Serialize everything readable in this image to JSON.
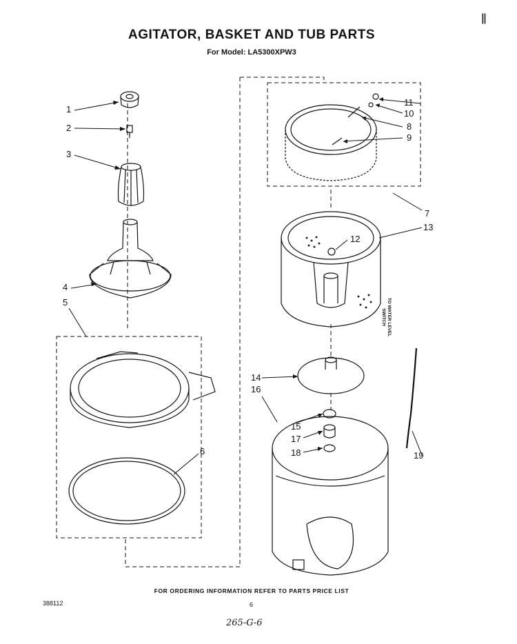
{
  "header": {
    "title": "AGITATOR, BASKET AND TUB PARTS",
    "subtitle": "For Model: LA5300XPW3",
    "corner_mark": "ǁ"
  },
  "callouts": [
    "1",
    "2",
    "3",
    "4",
    "5",
    "6",
    "7",
    "8",
    "9",
    "10",
    "11",
    "12",
    "13",
    "14",
    "15",
    "16",
    "17",
    "18",
    "19"
  ],
  "switch_label": "TO WATER LEVEL SWITCH",
  "footer": {
    "ordering_note": "FOR ORDERING INFORMATION REFER TO PARTS PRICE LIST",
    "doc_number": "388112",
    "page_number": "6",
    "handwritten": "265-G-6"
  }
}
